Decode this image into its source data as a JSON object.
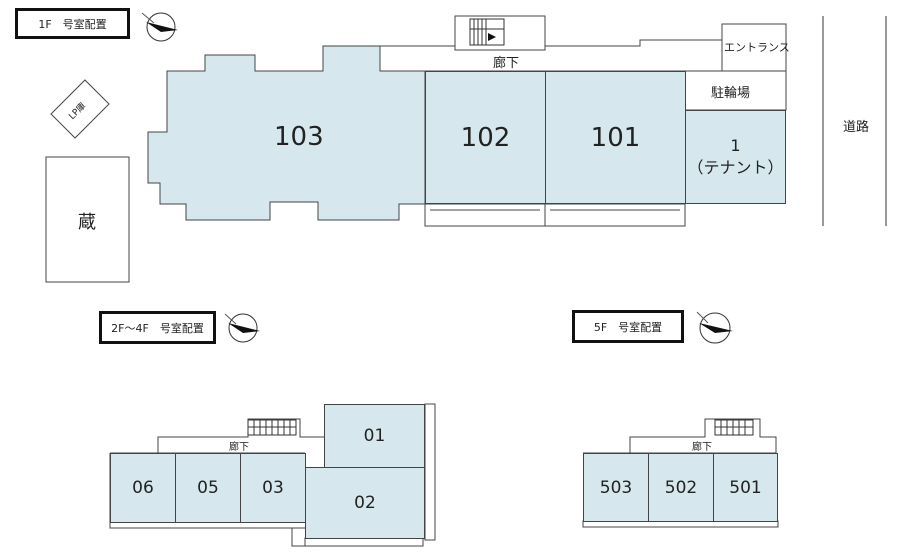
{
  "badges": {
    "f1": "1F　号室配置",
    "f2_4": "2F～4F　号室配置",
    "f5": "5F　号室配置"
  },
  "floor1": {
    "corridor": "廊下",
    "entrance": "エントランス",
    "bicycle": "駐輪場",
    "road": "道路",
    "lp": "LP庫",
    "storehouse": "蔵",
    "rooms": [
      "103",
      "102",
      "101"
    ],
    "tenant_number": "1",
    "tenant_label": "（テナント）"
  },
  "floor2_4": {
    "corridor": "廊下",
    "rooms": [
      "06",
      "05",
      "03",
      "01",
      "02"
    ]
  },
  "floor5": {
    "corridor": "廊下",
    "rooms": [
      "503",
      "502",
      "501"
    ]
  },
  "colors": {
    "room_fill": "#d6e8ee",
    "line": "#444444"
  },
  "icons": [
    "compass-icon",
    "stair-icon"
  ]
}
